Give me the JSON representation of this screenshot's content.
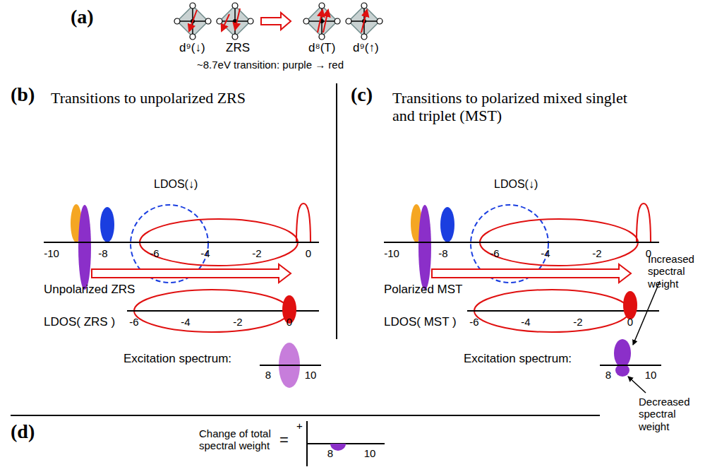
{
  "diagram": {
    "labels": [
      "(a)",
      "d⁹(↓)",
      "ZRS",
      "d⁸(T)",
      "d⁹(↑)",
      "~8.7eV transition: purple → red",
      "(b)",
      "Transitions to unpolarized ZRS",
      "LDOS(↓)",
      "-10",
      "-8",
      "-6",
      "-4",
      "-2",
      "0",
      "Unpolarized ZRS",
      "LDOS( ZRS )",
      "-6",
      "-4",
      "-2",
      "0",
      "Excitation spectrum:",
      "8",
      "10",
      "(c)",
      "Transitions to polarized mixed singlet and triplet (MST)",
      "LDOS(↓)",
      "-10",
      "-8",
      "-6",
      "-4",
      "-2",
      "0",
      "Polarized MST",
      "LDOS( MST )",
      "-6",
      "-4",
      "-2",
      "0",
      "Increased spectral weight",
      "Excitation spectrum:",
      "8",
      "10",
      "Decreased spectral weight",
      "(d)",
      "Change of total spectral weight",
      "=",
      "+",
      "8",
      "10"
    ]
  }
}
